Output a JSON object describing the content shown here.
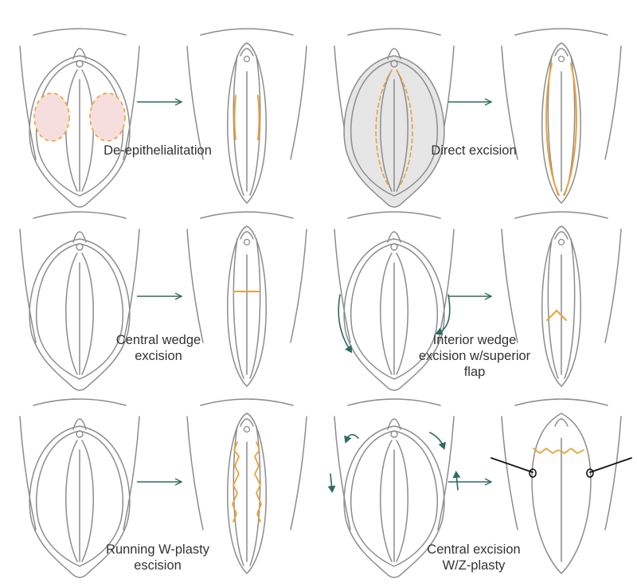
{
  "colors": {
    "outline": "#8c8c8c",
    "incision": "#e8a23a",
    "arrow": "#2f6b5e",
    "deepi_fill": "#f7dede",
    "excision_fill": "#e6e6e6",
    "suture": "#111111"
  },
  "techniques": [
    {
      "id": "de-epithelialitation",
      "lines": [
        "De-epithelialitation"
      ]
    },
    {
      "id": "direct-excision",
      "lines": [
        "Direct excision"
      ]
    },
    {
      "id": "central-wedge",
      "lines": [
        "Central wedge",
        "excision"
      ]
    },
    {
      "id": "interior-wedge",
      "lines": [
        "Interior wedge",
        "excision w/superior",
        "flap"
      ]
    },
    {
      "id": "running-wplasty",
      "lines": [
        "Running W-plasty",
        "escision"
      ]
    },
    {
      "id": "central-wzplasty",
      "lines": [
        "Central excision",
        "W/Z-plasty"
      ]
    }
  ]
}
